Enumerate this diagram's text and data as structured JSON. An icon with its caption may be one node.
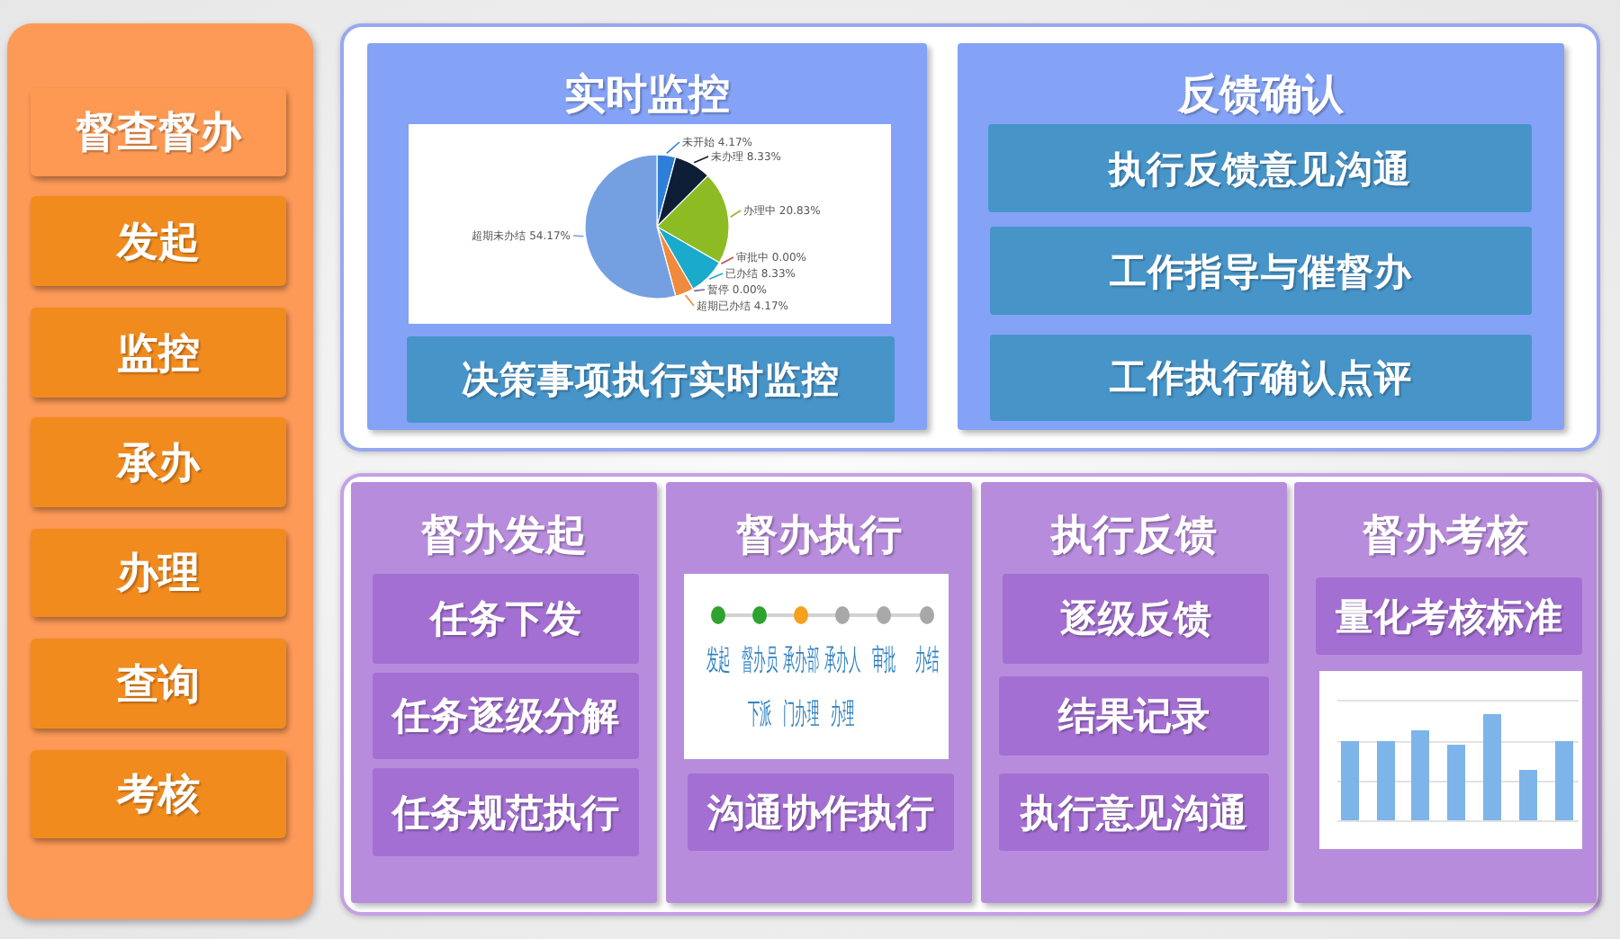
{
  "diagram": {
    "nodes": [
      {
        "text": [],
        "shape": "box"
      },
      {
        "text": [
          "督查督办"
        ],
        "in": 0
      },
      {
        "text": [
          "发起"
        ],
        "in": 0
      },
      {
        "text": [
          "监控"
        ],
        "in": 0
      },
      {
        "text": [
          "承办"
        ],
        "in": 0
      },
      {
        "text": [
          "办理"
        ],
        "in": 0
      },
      {
        "text": [
          "查询"
        ],
        "in": 0
      },
      {
        "text": [
          "考核"
        ],
        "in": 0
      },
      {
        "text": [],
        "shape": "box"
      },
      {
        "text": [
          "实时监控"
        ],
        "in": 8
      },
      {
        "text": [
          "决策事项执行实时监控"
        ],
        "in": 9
      },
      {
        "text": [
          "反馈确认"
        ],
        "in": 8
      },
      {
        "text": [
          "执行反馈意见沟通"
        ],
        "in": 11
      },
      {
        "text": [
          "工作指导与催督办"
        ],
        "in": 11
      },
      {
        "text": [
          "工作执行确认点评"
        ],
        "in": 11
      },
      {
        "text": [],
        "shape": "box"
      },
      {
        "text": [
          "督办发起"
        ],
        "in": 15
      },
      {
        "text": [
          "任务下发"
        ],
        "in": 16
      },
      {
        "text": [
          "任务逐级分解"
        ],
        "in": 16
      },
      {
        "text": [
          "任务规范执行"
        ],
        "in": 16
      },
      {
        "text": [
          "督办执行"
        ],
        "in": 15
      },
      {
        "text": [
          "发起",
          "督办员下派",
          "承办部门办理",
          "承办人办理",
          "审批",
          "办结"
        ],
        "in": 20
      },
      {
        "text": [
          "沟通协作执行"
        ],
        "in": 20
      },
      {
        "text": [
          "执行反馈"
        ],
        "in": 15
      },
      {
        "text": [
          "逐级反馈"
        ],
        "in": 23
      },
      {
        "text": [
          "结果记录"
        ],
        "in": 23
      },
      {
        "text": [
          "执行意见沟通"
        ],
        "in": 23
      },
      {
        "text": [
          "督办考核"
        ],
        "in": 15
      },
      {
        "text": [
          "量化考核标准"
        ],
        "in": 27
      },
      {
        "text": [],
        "shape": "picture",
        "in": 27
      }
    ],
    "chart_data": {
      "type": "pie",
      "categories": [
        "未开始",
        "未办理",
        "办理中",
        "审批中",
        "已办结",
        "暂停",
        "超期已办结",
        "超期未办结"
      ],
      "values": [
        4.17,
        8.33,
        20.83,
        0,
        8.33,
        0,
        4.17,
        54.17
      ],
      "value_labels": [
        "4.17%",
        "8.33%",
        "20.83%",
        "0.00%",
        "8.33%",
        "0.00%",
        "4.17%",
        "54.17%"
      ]
    }
  }
}
